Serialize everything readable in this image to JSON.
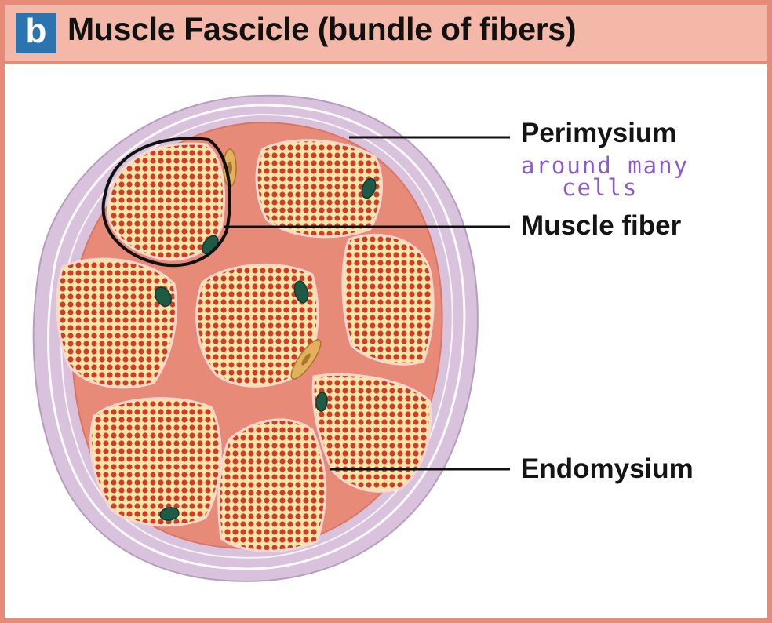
{
  "panel": {
    "badge": "b",
    "title": "Muscle Fascicle (bundle of fibers)"
  },
  "labels": {
    "perimysium": "Perimysium",
    "muscle_fiber": "Muscle fiber",
    "endomysium": "Endomysium"
  },
  "handwritten_note": {
    "line1": "around many",
    "line2": "cells"
  },
  "colors": {
    "perimysium": "#d9c3dc",
    "connective": "#e88a78",
    "fiber_fill": "#f4e7a8",
    "myofibril": "#d23a2c",
    "nucleus": "#1d5b46",
    "fibroblast": "#e3b05d",
    "highlight": "#111111",
    "note_ink": "#8a5cc9"
  }
}
